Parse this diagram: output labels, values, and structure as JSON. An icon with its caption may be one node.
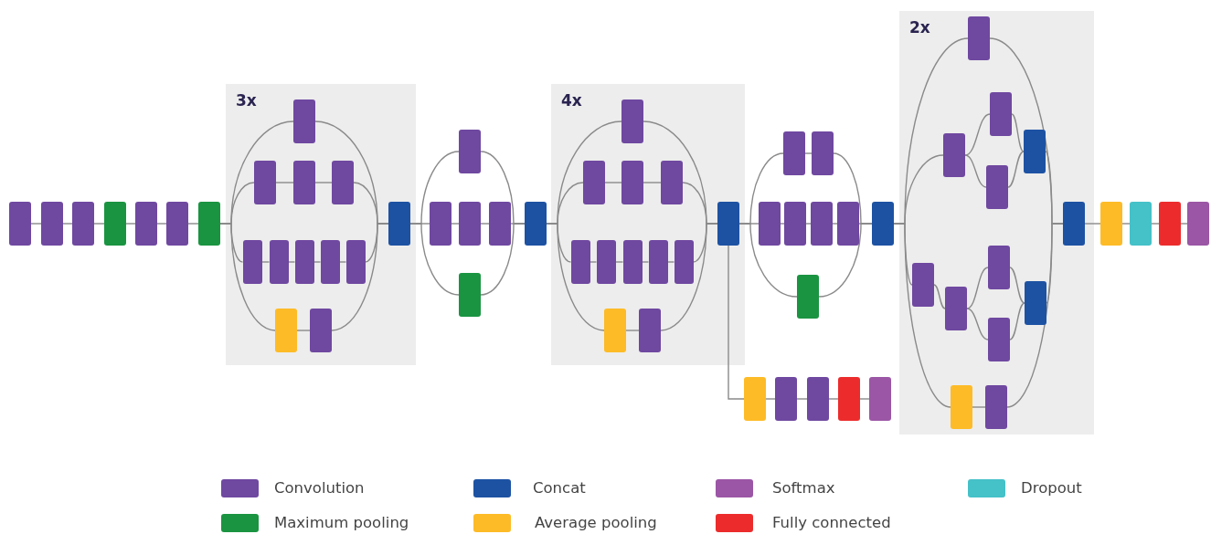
{
  "diagram": {
    "nodes": [
      {
        "text": [],
        "shape": "box"
      },
      {
        "text": [],
        "shape": "box"
      },
      {
        "text": [],
        "shape": "box"
      },
      {
        "text": [],
        "shape": "box"
      },
      {
        "text": [],
        "shape": "box"
      },
      {
        "text": [],
        "shape": "box"
      },
      {
        "text": [],
        "shape": "box"
      },
      {
        "text": [
          "3x"
        ]
      },
      {
        "text": [],
        "shape": "box",
        "in": 7
      },
      {
        "text": [],
        "shape": "box",
        "in": 7
      },
      {
        "text": [],
        "shape": "box",
        "in": 7
      },
      {
        "text": [],
        "shape": "box",
        "in": 7
      },
      {
        "text": [],
        "shape": "box",
        "in": 7
      },
      {
        "text": [],
        "shape": "box",
        "in": 7
      },
      {
        "text": [],
        "shape": "box",
        "in": 7
      },
      {
        "text": [],
        "shape": "box",
        "in": 7
      },
      {
        "text": [],
        "shape": "box",
        "in": 7
      },
      {
        "text": [],
        "shape": "box",
        "in": 7
      },
      {
        "text": [],
        "shape": "box",
        "in": 7
      },
      {
        "text": [],
        "shape": "box",
        "in": 7
      },
      {
        "text": [],
        "shape": "box"
      },
      {
        "text": [],
        "shape": "box"
      },
      {
        "text": [],
        "shape": "box"
      },
      {
        "text": [],
        "shape": "box"
      },
      {
        "text": [],
        "shape": "box"
      },
      {
        "text": [],
        "shape": "box"
      },
      {
        "text": [
          "4x"
        ]
      },
      {
        "text": [],
        "shape": "box",
        "in": 26
      },
      {
        "text": [],
        "shape": "box",
        "in": 26
      },
      {
        "text": [],
        "shape": "box",
        "in": 26
      },
      {
        "text": [],
        "shape": "box",
        "in": 26
      },
      {
        "text": [],
        "shape": "box",
        "in": 26
      },
      {
        "text": [],
        "shape": "box",
        "in": 26
      },
      {
        "text": [],
        "shape": "box",
        "in": 26
      },
      {
        "text": [],
        "shape": "box",
        "in": 26
      },
      {
        "text": [],
        "shape": "box",
        "in": 26
      },
      {
        "text": [],
        "shape": "box",
        "in": 26
      },
      {
        "text": [],
        "shape": "box",
        "in": 26
      },
      {
        "text": [],
        "shape": "box",
        "in": 26
      },
      {
        "text": [],
        "shape": "box"
      },
      {
        "text": [],
        "shape": "box"
      },
      {
        "text": [],
        "shape": "box"
      },
      {
        "text": [],
        "shape": "box"
      },
      {
        "text": [],
        "shape": "box"
      },
      {
        "text": [],
        "shape": "box"
      },
      {
        "text": [],
        "shape": "box"
      },
      {
        "text": [],
        "shape": "box"
      },
      {
        "text": [],
        "shape": "box"
      },
      {
        "text": [],
        "shape": "box"
      },
      {
        "text": [],
        "shape": "box"
      },
      {
        "text": [],
        "shape": "box"
      },
      {
        "text": [],
        "shape": "box"
      },
      {
        "text": [
          "2x"
        ]
      },
      {
        "text": [],
        "shape": "box",
        "in": 52
      },
      {
        "text": [],
        "shape": "box",
        "in": 52
      },
      {
        "text": [],
        "shape": "box",
        "in": 52
      },
      {
        "text": [],
        "shape": "box",
        "in": 52
      },
      {
        "text": [],
        "shape": "box",
        "in": 52
      },
      {
        "text": [],
        "shape": "box",
        "in": 52
      },
      {
        "text": [],
        "shape": "box",
        "in": 52
      },
      {
        "text": [],
        "shape": "box",
        "in": 52
      },
      {
        "text": [],
        "shape": "box",
        "in": 52
      },
      {
        "text": [],
        "shape": "box",
        "in": 52
      },
      {
        "text": [],
        "shape": "box",
        "in": 52
      },
      {
        "text": [],
        "shape": "box",
        "in": 52
      },
      {
        "text": [],
        "shape": "box",
        "in": 52
      },
      {
        "text": [],
        "shape": "box"
      },
      {
        "text": [],
        "shape": "box"
      },
      {
        "text": [],
        "shape": "box"
      },
      {
        "text": [],
        "shape": "box"
      }
    ],
    "edges": [
      {
        "from": 0,
        "to": 1,
        "arrow": "none"
      },
      {
        "from": 1,
        "to": 2,
        "arrow": "none"
      },
      {
        "from": 2,
        "to": 3,
        "arrow": "none"
      },
      {
        "from": 3,
        "to": 4,
        "arrow": "none"
      },
      {
        "from": 4,
        "to": 5,
        "arrow": "none"
      },
      {
        "from": 5,
        "to": 6,
        "arrow": "none"
      },
      {
        "from": 6,
        "to": 8,
        "arrow": "none"
      },
      {
        "from": 8,
        "to": 19,
        "arrow": "none"
      },
      {
        "from": 6,
        "to": 9,
        "arrow": "none"
      },
      {
        "from": 9,
        "to": 10,
        "arrow": "none"
      },
      {
        "from": 10,
        "to": 11,
        "arrow": "none"
      },
      {
        "from": 11,
        "to": 19,
        "arrow": "none"
      },
      {
        "from": 6,
        "to": 12,
        "arrow": "none"
      },
      {
        "from": 12,
        "to": 13,
        "arrow": "none"
      },
      {
        "from": 13,
        "to": 14,
        "arrow": "none"
      },
      {
        "from": 14,
        "to": 15,
        "arrow": "none"
      },
      {
        "from": 15,
        "to": 16,
        "arrow": "none"
      },
      {
        "from": 16,
        "to": 19,
        "arrow": "none"
      },
      {
        "from": 6,
        "to": 17,
        "arrow": "none"
      },
      {
        "from": 17,
        "to": 18,
        "arrow": "none"
      },
      {
        "from": 18,
        "to": 19,
        "arrow": "none"
      },
      {
        "from": 19,
        "to": 20,
        "arrow": "none"
      },
      {
        "from": 20,
        "to": 25,
        "arrow": "none"
      },
      {
        "from": 19,
        "to": 21,
        "arrow": "none"
      },
      {
        "from": 21,
        "to": 22,
        "arrow": "none"
      },
      {
        "from": 22,
        "to": 23,
        "arrow": "none"
      },
      {
        "from": 23,
        "to": 25,
        "arrow": "none"
      },
      {
        "from": 19,
        "to": 24,
        "arrow": "none"
      },
      {
        "from": 24,
        "to": 25,
        "arrow": "none"
      },
      {
        "from": 25,
        "to": 27,
        "arrow": "none"
      },
      {
        "from": 27,
        "to": 38,
        "arrow": "none"
      },
      {
        "from": 25,
        "to": 28,
        "arrow": "none"
      },
      {
        "from": 28,
        "to": 29,
        "arrow": "none"
      },
      {
        "from": 29,
        "to": 30,
        "arrow": "none"
      },
      {
        "from": 30,
        "to": 38,
        "arrow": "none"
      },
      {
        "from": 25,
        "to": 31,
        "arrow": "none"
      },
      {
        "from": 31,
        "to": 32,
        "arrow": "none"
      },
      {
        "from": 32,
        "to": 33,
        "arrow": "none"
      },
      {
        "from": 33,
        "to": 34,
        "arrow": "none"
      },
      {
        "from": 34,
        "to": 35,
        "arrow": "none"
      },
      {
        "from": 35,
        "to": 38,
        "arrow": "none"
      },
      {
        "from": 25,
        "to": 36,
        "arrow": "none"
      },
      {
        "from": 36,
        "to": 37,
        "arrow": "none"
      },
      {
        "from": 37,
        "to": 38,
        "arrow": "none"
      },
      {
        "from": 38,
        "to": 39,
        "arrow": "none"
      },
      {
        "from": 39,
        "to": 40,
        "arrow": "none"
      },
      {
        "from": 40,
        "to": 41,
        "arrow": "none"
      },
      {
        "from": 41,
        "to": 42,
        "arrow": "none"
      },
      {
        "from": 42,
        "to": 43,
        "arrow": "none"
      },
      {
        "from": 38,
        "to": 44,
        "arrow": "none"
      },
      {
        "from": 44,
        "to": 45,
        "arrow": "none"
      },
      {
        "from": 45,
        "to": 51,
        "arrow": "none"
      },
      {
        "from": 38,
        "to": 46,
        "arrow": "none"
      },
      {
        "from": 46,
        "to": 47,
        "arrow": "none"
      },
      {
        "from": 47,
        "to": 48,
        "arrow": "none"
      },
      {
        "from": 48,
        "to": 49,
        "arrow": "none"
      },
      {
        "from": 49,
        "to": 51,
        "arrow": "none"
      },
      {
        "from": 38,
        "to": 50,
        "arrow": "none"
      },
      {
        "from": 50,
        "to": 51,
        "arrow": "none"
      },
      {
        "from": 51,
        "to": 53,
        "arrow": "none"
      },
      {
        "from": 53,
        "to": 65,
        "arrow": "none"
      },
      {
        "from": 51,
        "to": 54,
        "arrow": "none"
      },
      {
        "from": 54,
        "to": 55,
        "arrow": "none"
      },
      {
        "from": 54,
        "to": 56,
        "arrow": "none"
      },
      {
        "from": 55,
        "to": 57,
        "arrow": "none"
      },
      {
        "from": 56,
        "to": 57,
        "arrow": "none"
      },
      {
        "from": 57,
        "to": 65,
        "arrow": "none"
      },
      {
        "from": 51,
        "to": 58,
        "arrow": "none"
      },
      {
        "from": 58,
        "to": 59,
        "arrow": "none"
      },
      {
        "from": 59,
        "to": 60,
        "arrow": "none"
      },
      {
        "from": 59,
        "to": 61,
        "arrow": "none"
      },
      {
        "from": 60,
        "to": 62,
        "arrow": "none"
      },
      {
        "from": 61,
        "to": 62,
        "arrow": "none"
      },
      {
        "from": 62,
        "to": 65,
        "arrow": "none"
      },
      {
        "from": 51,
        "to": 63,
        "arrow": "none"
      },
      {
        "from": 63,
        "to": 64,
        "arrow": "none"
      },
      {
        "from": 64,
        "to": 65,
        "arrow": "none"
      },
      {
        "from": 65,
        "to": 66,
        "arrow": "none"
      },
      {
        "from": 66,
        "to": 67,
        "arrow": "none"
      },
      {
        "from": 67,
        "to": 68,
        "arrow": "none"
      },
      {
        "from": 68,
        "to": 69,
        "arrow": "none"
      }
    ],
    "legend": [
      {
        "text": "Convolution",
        "color": "#6f48a0"
      },
      {
        "text": "Concat",
        "color": "#1d52a3"
      },
      {
        "text": "Softmax",
        "color": "#9b56a5"
      },
      {
        "text": "Dropout",
        "color": "#45c1c8"
      },
      {
        "text": "Maximum pooling",
        "color": "#1a9441"
      },
      {
        "text": "Average pooling",
        "color": "#fdbb27"
      },
      {
        "text": "Fully connected",
        "color": "#ec2c2c"
      }
    ]
  }
}
